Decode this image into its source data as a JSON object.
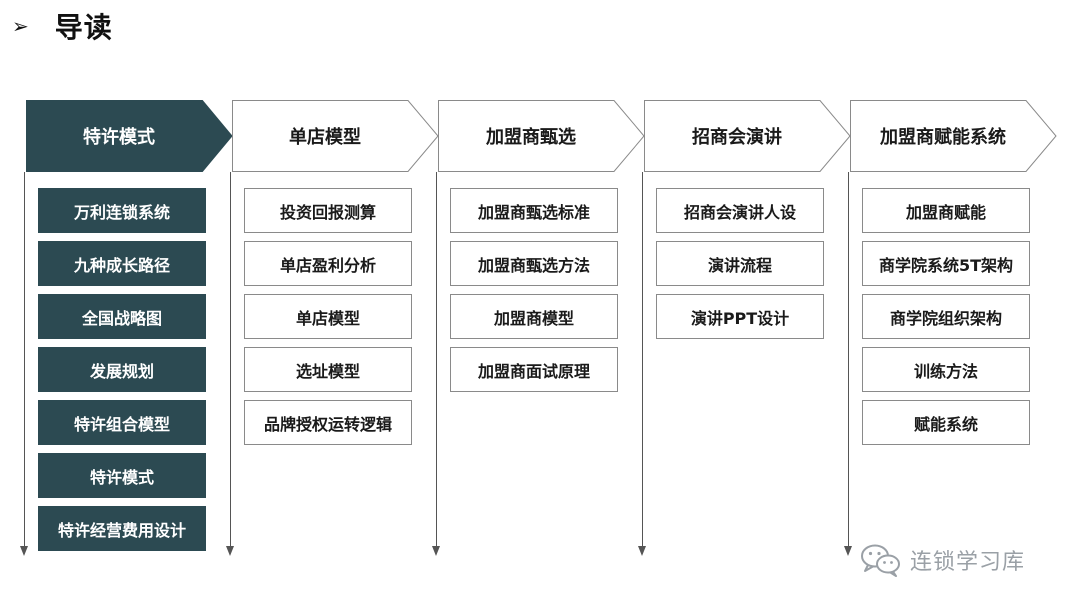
{
  "title": {
    "bullet": "➢",
    "text": "导读"
  },
  "columns": [
    {
      "header": "特许模式",
      "style": "dark",
      "items": [
        "万利连锁系统",
        "九种成长路径",
        "全国战略图",
        "发展规划",
        "特许组合模型",
        "特许模式",
        "特许经营费用设计"
      ]
    },
    {
      "header": "单店模型",
      "style": "light",
      "items": [
        "投资回报测算",
        "单店盈利分析",
        "单店模型",
        "选址模型",
        "品牌授权运转逻辑"
      ]
    },
    {
      "header": "加盟商甄选",
      "style": "light",
      "items": [
        "加盟商甄选标准",
        "加盟商甄选方法",
        "加盟商模型",
        "加盟商面试原理"
      ]
    },
    {
      "header": "招商会演讲",
      "style": "light",
      "items": [
        "招商会演讲人设",
        "演讲流程",
        "演讲PPT设计"
      ]
    },
    {
      "header": "加盟商赋能系统",
      "style": "light",
      "items": [
        "加盟商赋能",
        "商学院系统5T架构",
        "商学院组织架构",
        "训练方法",
        "赋能系统"
      ]
    }
  ],
  "colors": {
    "dark_fill": "#2c4a52",
    "light_fill": "#ffffff",
    "outline": "#8a8a8a",
    "timeline": "#555555"
  },
  "watermark": {
    "icon": "wechat-icon",
    "text": "连锁学习库"
  }
}
